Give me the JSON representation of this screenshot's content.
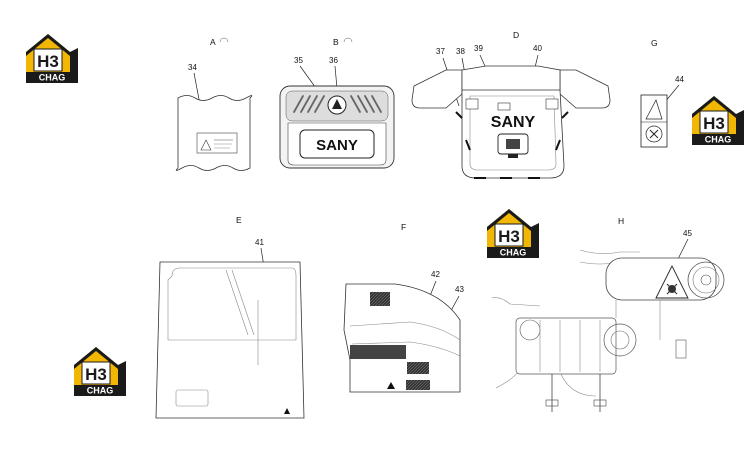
{
  "sections": {
    "A": "A",
    "B": "B",
    "D": "D",
    "G": "G",
    "E": "E",
    "F": "F",
    "H": "H"
  },
  "callouts": [
    "34",
    "35",
    "36",
    "37",
    "38",
    "39",
    "40",
    "41",
    "42",
    "43",
    "44",
    "45"
  ],
  "brand_text": "SANY",
  "watermark": {
    "top": "H3",
    "bottom": "CHAG",
    "colors": {
      "gold": "#f2b705",
      "dark": "#1a1a1a",
      "white": "#ffffff"
    }
  },
  "colors": {
    "line": "#222222",
    "dark_fill": "#2b2b2b",
    "panel": "#e6e6e6"
  }
}
